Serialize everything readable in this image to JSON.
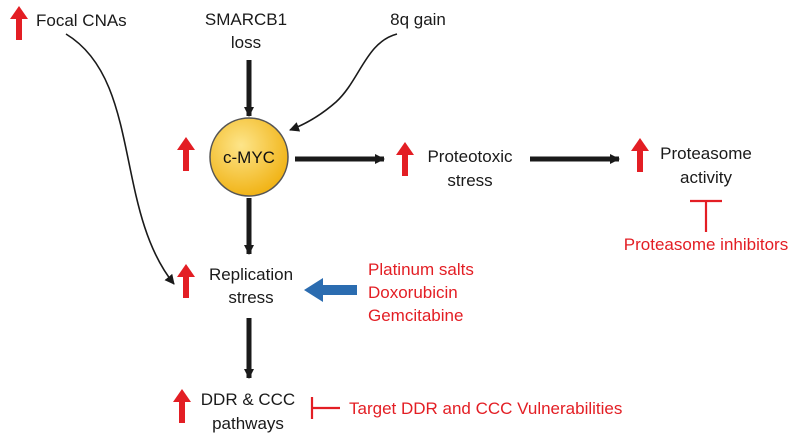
{
  "colors": {
    "text": "#1a1a1a",
    "arrow_black": "#1a1a1a",
    "up_arrow_red": "#e31e24",
    "therapy_red": "#e31e24",
    "blue_arrow": "#2b6cb0",
    "myc_fill_light": "#fde58a",
    "myc_fill_dark": "#f1b418",
    "myc_stroke": "#555555"
  },
  "icons": {
    "increase": "red-up-arrow-icon",
    "inhibition": "t-bar-inhibition-icon"
  },
  "nodes": {
    "focal_cnas": "Focal CNAs",
    "smarcb1_line1": "SMARCB1",
    "smarcb1_line2": "loss",
    "gain_8q": "8q gain",
    "cmyc": "c-MYC",
    "proteotoxic_line1": "Proteotoxic",
    "proteotoxic_line2": "stress",
    "proteasome_line1": "Proteasome",
    "proteasome_line2": "activity",
    "replication_line1": "Replication",
    "replication_line2": "stress",
    "ddr_line1": "DDR & CCC",
    "ddr_line2": "pathways"
  },
  "therapies": {
    "proteasome_inhibitors": "Proteasome inhibitors",
    "platinum": "Platinum salts",
    "doxorubicin": "Doxorubicin",
    "gemcitabine": "Gemcitabine",
    "target_ddr": "Target DDR and CCC Vulnerabilities"
  }
}
